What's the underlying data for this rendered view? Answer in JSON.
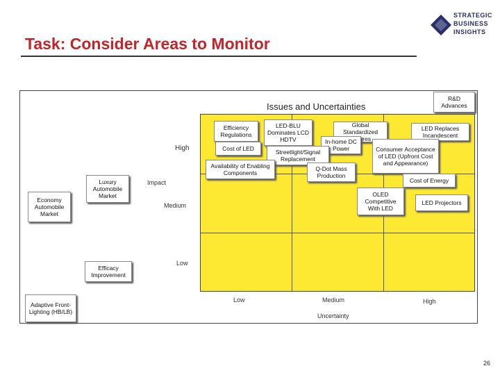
{
  "title": "Task: Consider Areas to Monitor",
  "logo": {
    "line1": "STRATEGIC",
    "line2": "BUSINESS",
    "line3": "INSIGHTS",
    "brand_color": "#27306b"
  },
  "diagram": {
    "heading": "Issues and Uncertainties",
    "y_axis": {
      "label": "Impact",
      "levels": [
        "High",
        "Medium",
        "Low"
      ]
    },
    "x_axis": {
      "label": "Uncertainty",
      "levels": [
        "Low",
        "Medium",
        "High"
      ]
    },
    "grid_color": "#fde932",
    "items": [
      "R&D Advances",
      "Efficiency Regulations",
      "LED-BLU Dominates LCD HDTV",
      "Global Standardized Fixtures",
      "In-home DC Power",
      "LED Replaces Incandescent",
      "Cost of LED",
      "Streetlight/Signal Replacement",
      "Consumer Acceptance of LED (Upfront Cost and Appearance)",
      "Availability of Enabling Components",
      "Q-Dot Mass Production",
      "Cost of Energy",
      "Luxury Automobile Market",
      "Economy Automobile Market",
      "OLED Competitive With LED",
      "LED Projectors",
      "Efficacy Improvement",
      "Adaptive Front-Lighting (HB/LB)"
    ]
  },
  "page_number": "26"
}
